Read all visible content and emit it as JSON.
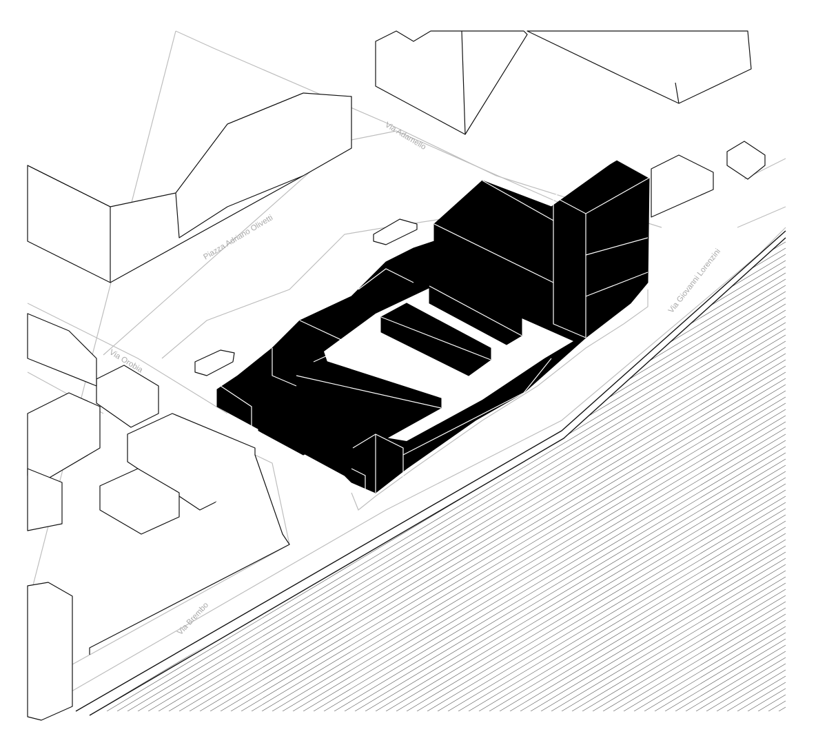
{
  "diagram": {
    "type": "axonometric site plan",
    "streets": {
      "via_adamello": "Via Adamello",
      "piazza": "Piazza Adriano Olivetti",
      "via_orobia": "Via Orobia",
      "via_lorenzini": "Via Giovanni Lorenzini",
      "via_brembo": "Via Brembo"
    },
    "colors": {
      "project_fill": "#000000",
      "context_stroke": "#111111",
      "street_label": "#a8a8a8",
      "road_line": "#bdbdbd"
    }
  }
}
